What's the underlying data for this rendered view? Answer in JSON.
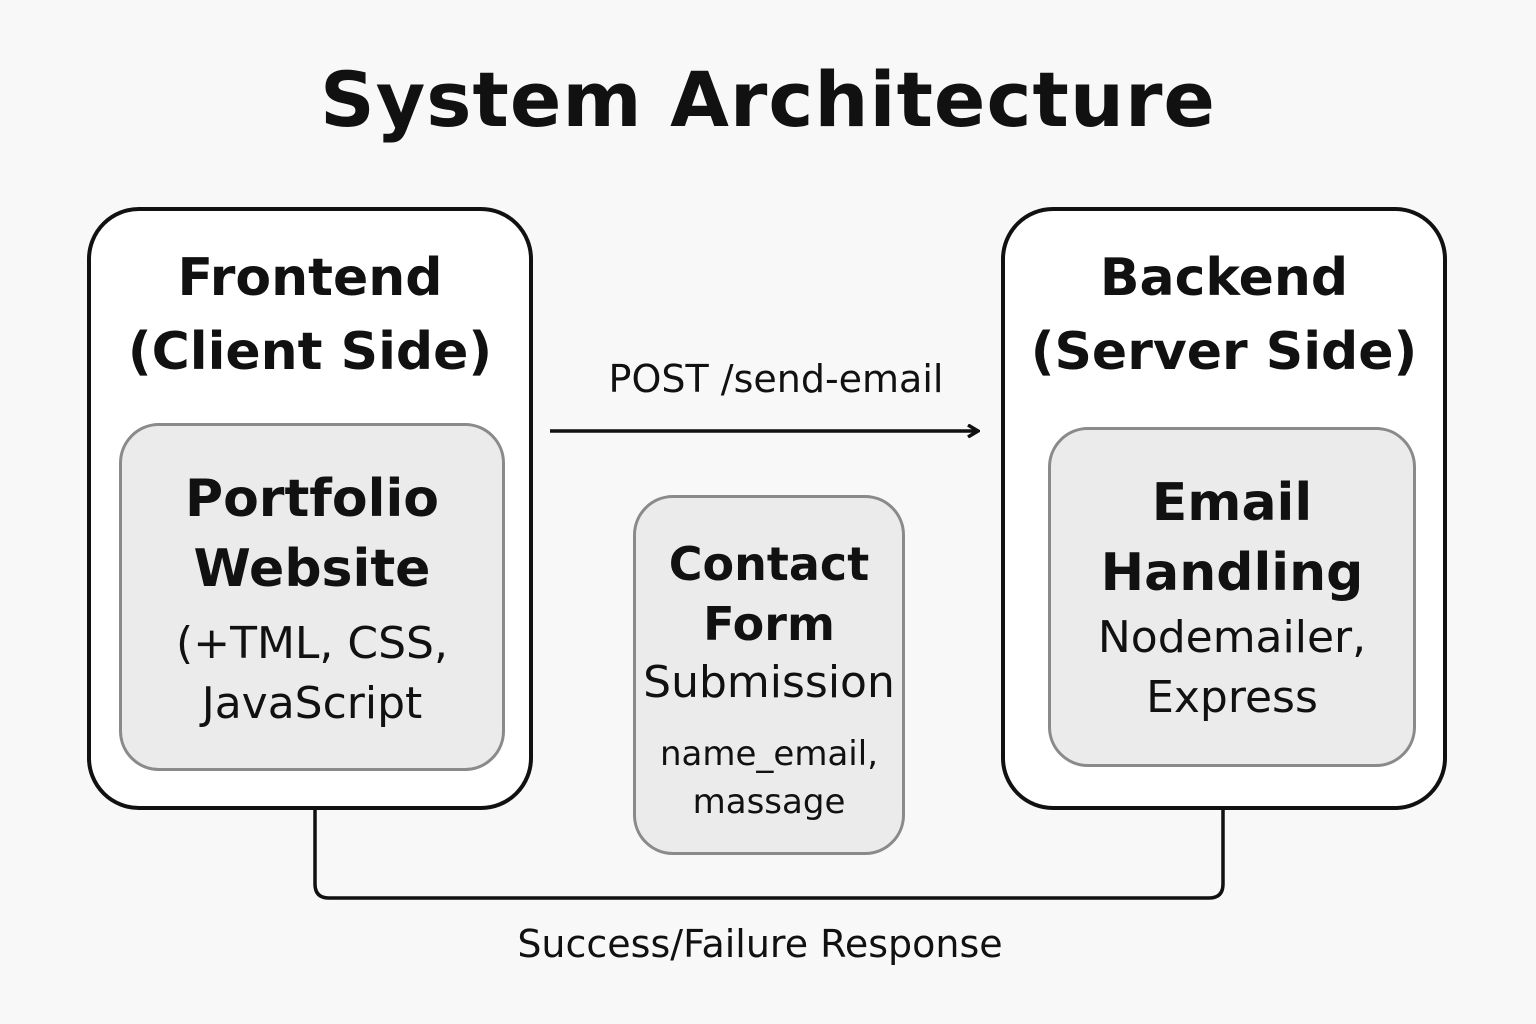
{
  "title": "System Architecture",
  "frontend": {
    "heading_line1": "Frontend",
    "heading_line2": "(Client Side)",
    "inner": {
      "title_line1": "Portfolio",
      "title_line2": "Website",
      "sub_line1": "(+TML, CSS,",
      "sub_line2": "JavaScript"
    }
  },
  "backend": {
    "heading_line1": "Backend",
    "heading_line2": "(Server Side)",
    "inner": {
      "title_line1": "Email",
      "title_line2": "Handling",
      "sub_line1": "Nodemailer,",
      "sub_line2": "Express"
    }
  },
  "contact_form": {
    "title_line1": "Contact",
    "title_line2": "Form",
    "title_line3": "Submission",
    "sub_line1": "name_email,",
    "sub_line2": "massage"
  },
  "edges": {
    "request_label": "POST /send-email",
    "response_label": "Success/Failure Response"
  },
  "colors": {
    "background": "#f8f8f8",
    "stroke": "#111111",
    "inner_fill": "#ebebeb",
    "inner_stroke": "#8a8a8a"
  }
}
